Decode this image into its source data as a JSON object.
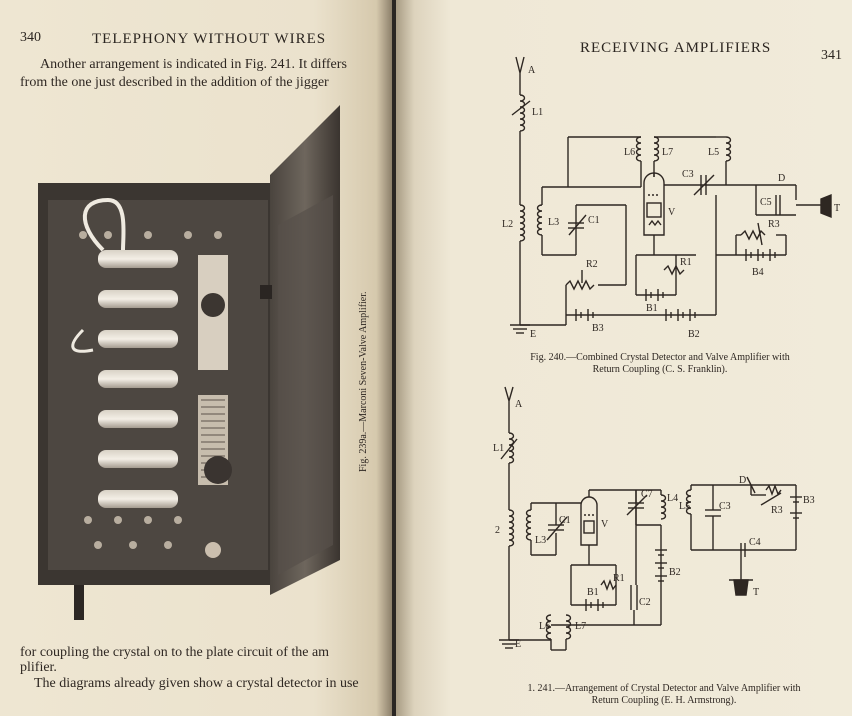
{
  "left_page": {
    "page_number": "340",
    "running_head": "TELEPHONY WITHOUT WIRES",
    "para_top_line1": "Another arrangement is indicated in Fig. 241.  It differs",
    "para_top_line2": "from the one just described in the addition of the jigger",
    "figure_caption": "Fig. 239a.—Marconi Seven-Valve Amplifier.",
    "para_bottom_line1": "for coupling the crystal on to the plate circuit of the am",
    "para_bottom_line2": "plifier.",
    "para_bottom_line3": "The diagrams already given show a crystal detector in use"
  },
  "right_page": {
    "page_number": "341",
    "running_head": "RECEIVING AMPLIFIERS",
    "fig240_caption_line1": "Fig. 240.—Combined Crystal Detector and Valve Amplifier with",
    "fig240_caption_line2": "Return Coupling (C. S. Franklin).",
    "fig241_caption_line1": "1. 241.—Arrangement of Crystal Detector and Valve Amplifier with",
    "fig241_caption_line2": "Return Coupling (E. H. Armstrong).",
    "fig240_labels": {
      "A": "A",
      "L1": "L1",
      "L2": "L2",
      "L3": "L3",
      "L6": "L6",
      "L7": "L7",
      "L5": "L5",
      "C1": "C1",
      "C3": "C3",
      "C5": "C5",
      "D": "D",
      "T": "T",
      "V": "V",
      "R1": "R1",
      "R2": "R2",
      "R3": "R3",
      "B1": "B1",
      "B2": "B2",
      "B3": "B3",
      "B4": "B4",
      "E": "E"
    },
    "fig241_labels": {
      "A": "A",
      "L1": "L1",
      "L2": "2",
      "L3": "L3",
      "C1": "C1",
      "V": "V",
      "R1": "R1",
      "B1": "B1",
      "C2": "C2",
      "C7": "C7",
      "L4": "L4",
      "B2": "B2",
      "L5": "L5",
      "L6": "L6",
      "L7": "L7",
      "C3": "C3",
      "C4": "C4",
      "D": "D",
      "R3": "R3",
      "B3": "B3",
      "T": "T",
      "E": "E"
    }
  },
  "colors": {
    "paper": "#efe8d6",
    "ink": "#2e2722",
    "gutter": "#2a2623"
  }
}
